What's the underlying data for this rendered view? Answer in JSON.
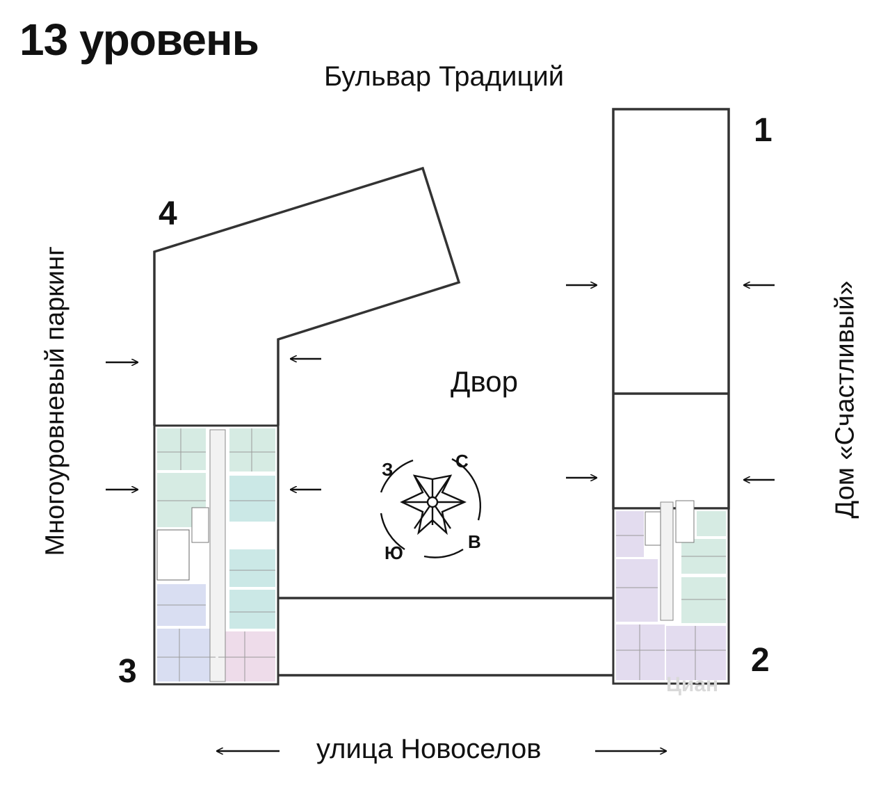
{
  "title": "13 уровень",
  "streets": {
    "top": "Бульвар Традиций",
    "bottom": "улица Новоселов",
    "left": "Многоуровневый паркинг",
    "right": "Дом «Счастливый»"
  },
  "courtyard": "Двор",
  "buildings": {
    "b1": "1",
    "b2": "2",
    "b3": "3",
    "b4": "4"
  },
  "compass": {
    "north": "С",
    "west": "З",
    "south": "Ю",
    "east": "В"
  },
  "watermark": "Циан",
  "colors": {
    "line": "#2b2b2b",
    "apt_green": "#d6ebe3",
    "apt_teal": "#cbe8e6",
    "apt_blue": "#d9def2",
    "apt_purple": "#e3dcef",
    "apt_pink": "#eedcea",
    "core": "#f2f2f2"
  }
}
